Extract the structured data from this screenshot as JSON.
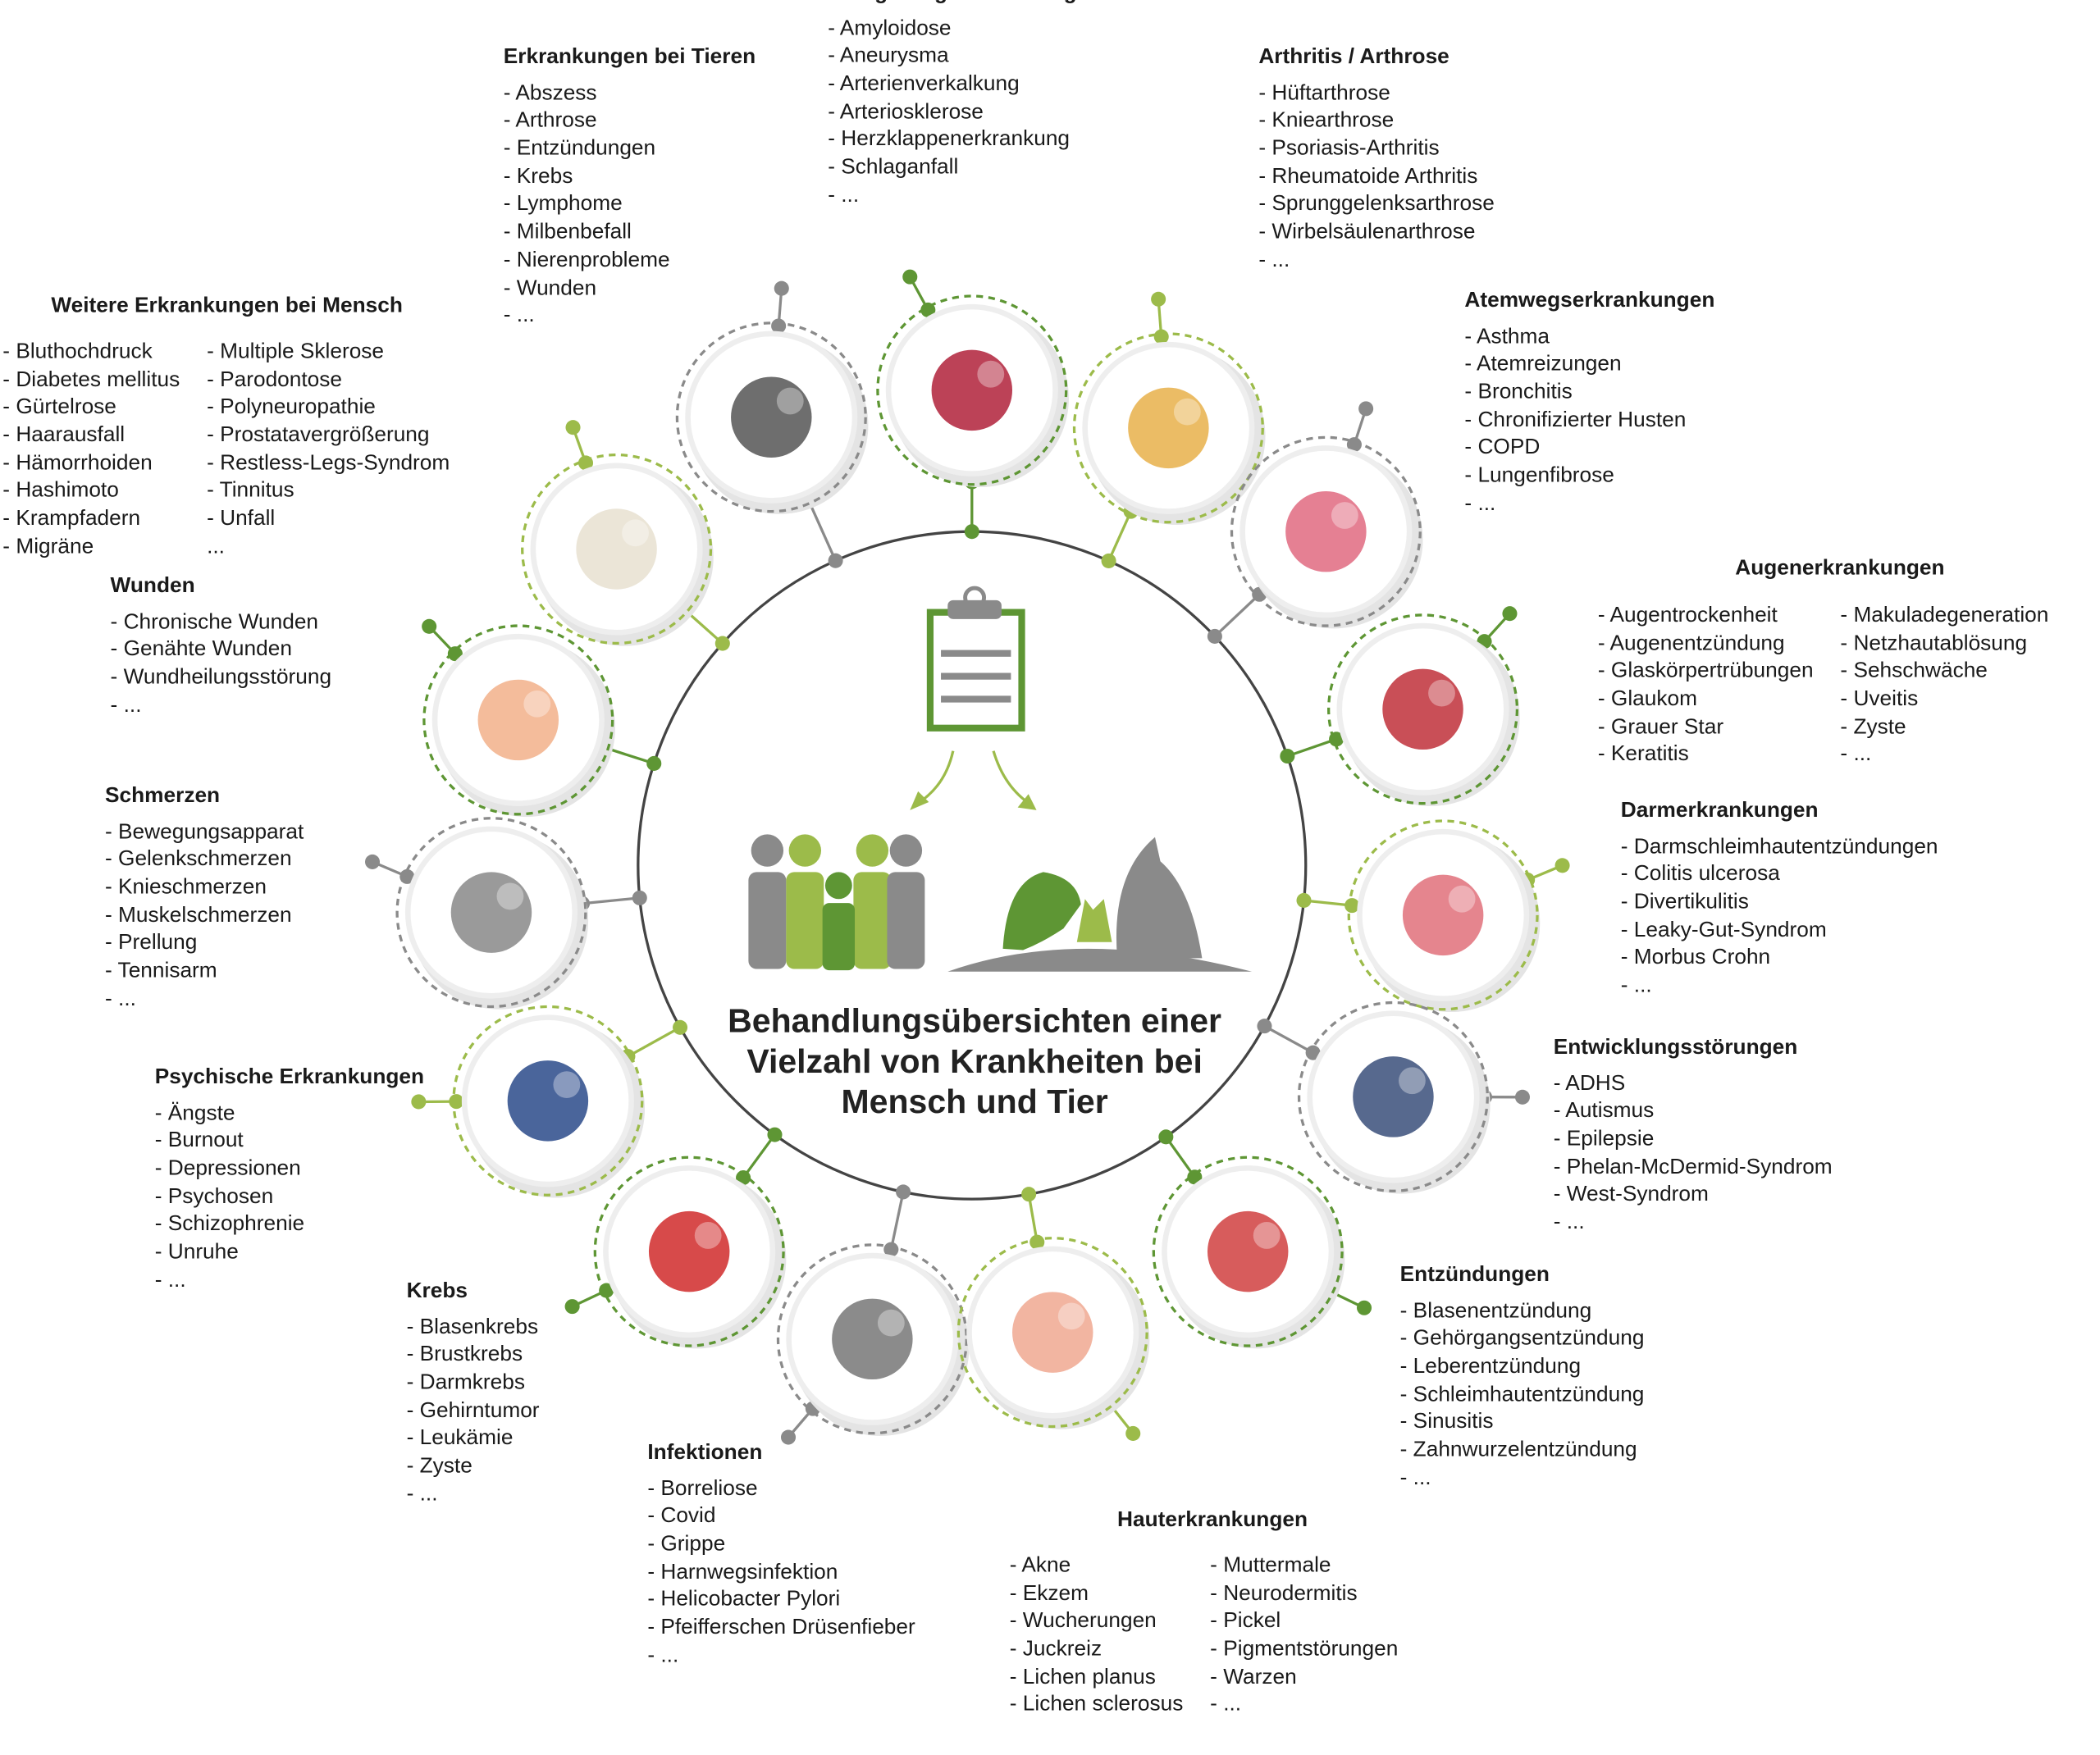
{
  "center": {
    "title_lines": [
      "Behandlungsübersichten einer",
      "Vielzahl von Krankheiten bei",
      "Mensch und Tier"
    ],
    "icons": [
      "clipboard-icon",
      "people-family-icon",
      "animals-dog-cat-horse-icon"
    ]
  },
  "colors": {
    "green": "#5e9634",
    "light_green": "#9cbb4a",
    "gray": "#8a8a8a",
    "text": "#1a1a1a"
  },
  "categories": [
    {
      "title": "Ablagerungserkrankungen",
      "icon": "blood-vessel-icon",
      "columns": [
        [
          "- Amyloidose",
          "- Aneurysma",
          "- Arterienverkalkung",
          "- Arteriosklerose",
          "- Herzklappenerkrankung",
          "- Schlaganfall",
          "- ..."
        ]
      ]
    },
    {
      "title": "Erkrankungen bei Tieren",
      "icon": "dog-cat-icon",
      "columns": [
        [
          "- Abszess",
          "- Arthrose",
          "- Entzündungen",
          "- Krebs",
          "- Lymphome",
          "- Milbenbefall",
          "- Nierenprobleme",
          "- Wunden",
          "- ..."
        ]
      ]
    },
    {
      "title": "Arthritis / Arthrose",
      "icon": "joint-icon",
      "columns": [
        [
          "- Hüftarthrose",
          "- Kniearthrose",
          "- Psoriasis-Arthritis",
          "- Rheumatoide Arthritis",
          "- Sprunggelenksarthrose",
          "- Wirbelsäulenarthrose",
          "- ..."
        ]
      ]
    },
    {
      "title": "Weitere Erkrankungen bei Mensch",
      "icon": "tooth-icon",
      "columns": [
        [
          "- Bluthochdruck",
          "- Diabetes mellitus",
          "- Gürtelrose",
          "- Haarausfall",
          "- Hämorrhoiden",
          "- Hashimoto",
          "- Krampfadern",
          "- Migräne"
        ],
        [
          "- Multiple Sklerose",
          "- Parodontose",
          "- Polyneuropathie",
          "- Prostatavergrößerung",
          "- Restless-Legs-Syndrom",
          "- Tinnitus",
          "- Unfall",
          "  ..."
        ]
      ]
    },
    {
      "title": "Atemwegserkrankungen",
      "icon": "lungs-icon",
      "columns": [
        [
          "- Asthma",
          "- Atemreizungen",
          "- Bronchitis",
          "- Chronifizierter Husten",
          "- COPD",
          "- Lungenfibrose",
          "- ..."
        ]
      ]
    },
    {
      "title": "Wunden",
      "icon": "wounded-leg-icon",
      "columns": [
        [
          "- Chronische Wunden",
          "- Genähte Wunden",
          "- Wundheilungsstörung",
          "- ..."
        ]
      ]
    },
    {
      "title": "Augenerkrankungen",
      "icon": "eye-icon",
      "columns": [
        [
          "- Augentrockenheit",
          "- Augenentzündung",
          "- Glaskörpertrübungen",
          "- Glaukom",
          "- Grauer Star",
          "- Keratitis"
        ],
        [
          "- Makuladegeneration",
          "- Netzhautablösung",
          "- Sehschwäche",
          "- Uveitis",
          "- Zyste",
          "- ..."
        ]
      ]
    },
    {
      "title": "Schmerzen",
      "icon": "pain-body-icon",
      "columns": [
        [
          "- Bewegungsapparat",
          "- Gelenkschmerzen",
          "- Knieschmerzen",
          "- Muskelschmerzen",
          "- Prellung",
          "- Tennisarm",
          "- ..."
        ]
      ]
    },
    {
      "title": "Darmerkrankungen",
      "icon": "intestine-icon",
      "columns": [
        [
          "- Darmschleimhautentzündungen",
          "- Colitis ulcerosa",
          "- Divertikulitis",
          "- Leaky-Gut-Syndrom",
          "- Morbus Crohn",
          "- ..."
        ]
      ]
    },
    {
      "title": "Psychische Erkrankungen",
      "icon": "stressed-woman-icon",
      "columns": [
        [
          "- Ängste",
          "- Burnout",
          "- Depressionen",
          "- Psychosen",
          "- Schizophrenie",
          "- Unruhe",
          "- ..."
        ]
      ]
    },
    {
      "title": "Entwicklungsstörungen",
      "icon": "sad-child-icon",
      "columns": [
        [
          "- ADHS",
          "- Autismus",
          "- Epilepsie",
          "- Phelan-McDermid-Syndrom",
          "- West-Syndrom",
          "- ..."
        ]
      ]
    },
    {
      "title": "Krebs",
      "icon": "cancer-cell-icon",
      "columns": [
        [
          "- Blasenkrebs",
          "- Brustkrebs",
          "- Darmkrebs",
          "- Gehirntumor",
          "- Leukämie",
          "- Zyste",
          "- ..."
        ]
      ]
    },
    {
      "title": "Entzündungen",
      "icon": "inflamed-joints-icon",
      "columns": [
        [
          "- Blasenentzündung",
          "- Gehörgangsentzündung",
          "- Leberentzündung",
          "- Schleimhautentzündung",
          "- Sinusitis",
          "- Zahnwurzelentzündung",
          "- ..."
        ]
      ]
    },
    {
      "title": "Infektionen",
      "icon": "virus-icon",
      "columns": [
        [
          "- Borreliose",
          "- Covid",
          "- Grippe",
          "- Harnwegsinfektion",
          "- Helicobacter Pylori",
          "- Pfeifferschen Drüsenfieber",
          "- ..."
        ]
      ]
    },
    {
      "title": "Hauterkrankungen",
      "icon": "skin-hand-icon",
      "columns": [
        [
          "- Akne",
          "- Ekzem",
          "- Wucherungen",
          "- Juckreiz",
          "- Lichen planus",
          "- Lichen sclerosus"
        ],
        [
          "- Muttermale",
          "- Neurodermitis",
          "- Pickel",
          "- Pigmentstörungen",
          "- Warzen",
          "- ..."
        ]
      ]
    }
  ]
}
